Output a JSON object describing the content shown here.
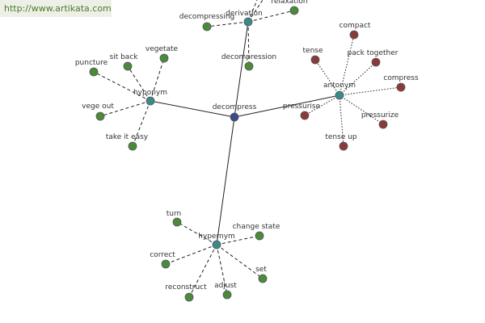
{
  "watermark": "http://www.artikata.com",
  "colors": {
    "center": "#3a4a8a",
    "category": "#3a8a8a",
    "synonym": "#4a8a3a",
    "antonym": "#8a3a3a"
  },
  "center": {
    "id": "c",
    "label": "decompress"
  },
  "categories": [
    {
      "id": "der",
      "label": "derivation"
    },
    {
      "id": "hypo",
      "label": "hyponym"
    },
    {
      "id": "ant",
      "label": "antonym"
    },
    {
      "id": "hyper",
      "label": "hypernym"
    }
  ],
  "leaves": [
    {
      "id": "relax",
      "label": "relaxation",
      "group": "der",
      "kind": "synonym"
    },
    {
      "id": "decing",
      "label": "decompressing",
      "group": "der",
      "kind": "synonym"
    },
    {
      "id": "decion",
      "label": "decompression",
      "group": "der",
      "kind": "synonym"
    },
    {
      "id": "punct",
      "label": "puncture",
      "group": "hypo",
      "kind": "synonym"
    },
    {
      "id": "sitback",
      "label": "sit back",
      "group": "hypo",
      "kind": "synonym"
    },
    {
      "id": "veget",
      "label": "vegetate",
      "group": "hypo",
      "kind": "synonym"
    },
    {
      "id": "vegout",
      "label": "vege out",
      "group": "hypo",
      "kind": "synonym"
    },
    {
      "id": "takeeasy",
      "label": "take it easy",
      "group": "hypo",
      "kind": "synonym"
    },
    {
      "id": "compact",
      "label": "compact",
      "group": "ant",
      "kind": "antonym"
    },
    {
      "id": "tense",
      "label": "tense",
      "group": "ant",
      "kind": "antonym"
    },
    {
      "id": "packtog",
      "label": "pack together",
      "group": "ant",
      "kind": "antonym"
    },
    {
      "id": "compress",
      "label": "compress",
      "group": "ant",
      "kind": "antonym"
    },
    {
      "id": "pressurise",
      "label": "pressurise",
      "group": "ant",
      "kind": "antonym"
    },
    {
      "id": "pressurize",
      "label": "pressurize",
      "group": "ant",
      "kind": "antonym"
    },
    {
      "id": "tenseup",
      "label": "tense up",
      "group": "ant",
      "kind": "antonym"
    },
    {
      "id": "turn",
      "label": "turn",
      "group": "hyper",
      "kind": "synonym"
    },
    {
      "id": "chstate",
      "label": "change state",
      "group": "hyper",
      "kind": "synonym"
    },
    {
      "id": "correct",
      "label": "correct",
      "group": "hyper",
      "kind": "synonym"
    },
    {
      "id": "set",
      "label": "set",
      "group": "hyper",
      "kind": "synonym"
    },
    {
      "id": "reconstruct",
      "label": "reconstruct",
      "group": "hyper",
      "kind": "synonym"
    },
    {
      "id": "adjust",
      "label": "adjust",
      "group": "hyper",
      "kind": "synonym"
    }
  ]
}
